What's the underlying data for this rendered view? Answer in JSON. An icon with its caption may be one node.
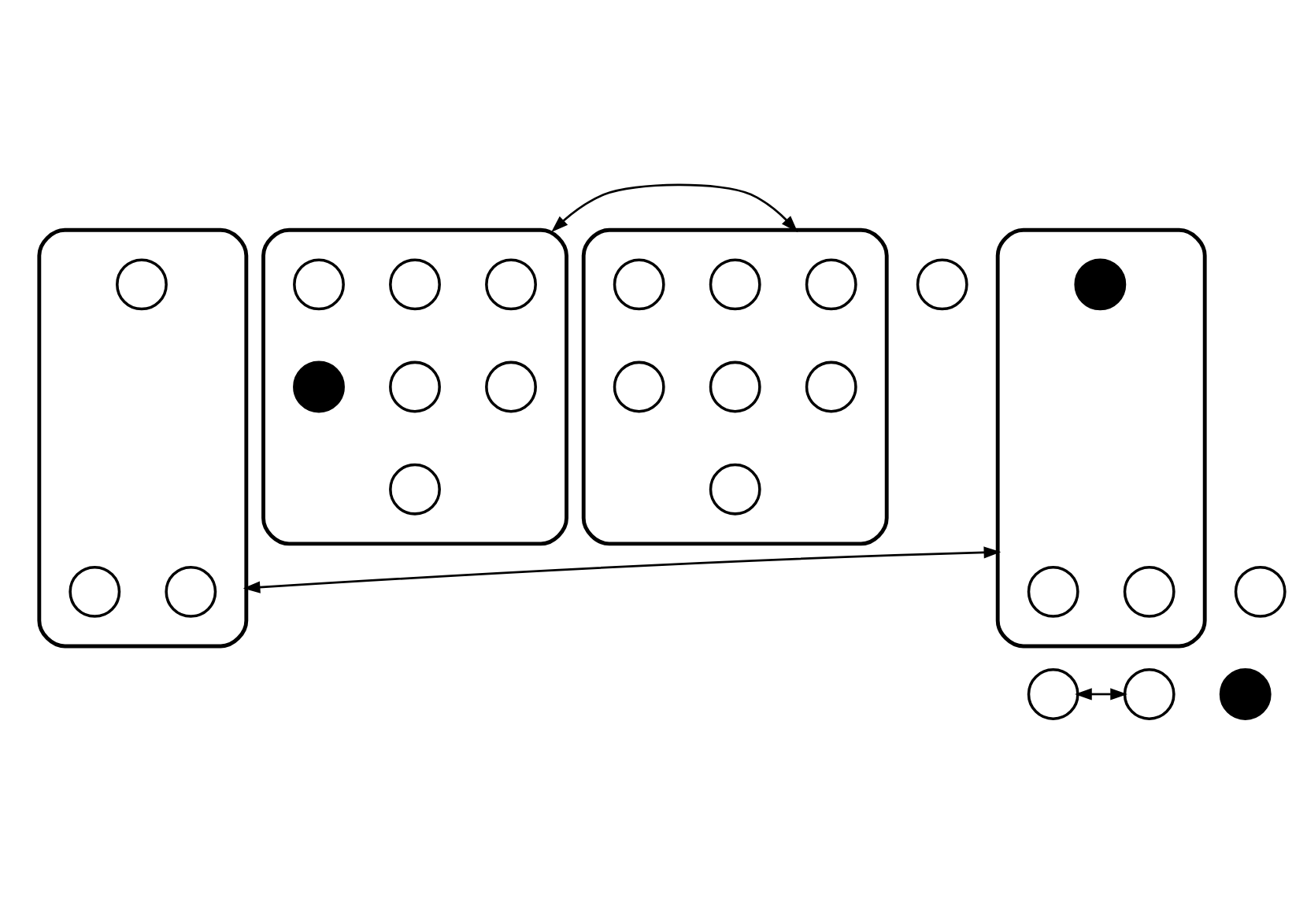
{
  "diagram": {
    "nodes": [
      {
        "text": [],
        "shape": "blob"
      },
      {
        "text": [],
        "shape": "circle",
        "in": 0
      },
      {
        "text": [],
        "shape": "circle",
        "in": 0
      },
      {
        "text": [],
        "shape": "circle",
        "in": 0
      },
      {
        "text": [],
        "shape": "circle",
        "in": 0
      },
      {
        "text": [],
        "shape": "circle",
        "in": 0
      },
      {
        "text": [],
        "shape": "dot",
        "in": 0
      },
      {
        "text": [],
        "shape": "circle",
        "in": 0
      },
      {
        "text": [],
        "shape": "blob"
      },
      {
        "text": [],
        "shape": "circle",
        "in": 8
      },
      {
        "text": [],
        "shape": "circle",
        "in": 8
      },
      {
        "text": [],
        "shape": "circle",
        "in": 8
      },
      {
        "text": [],
        "shape": "circle",
        "in": 8
      },
      {
        "text": [],
        "shape": "circle",
        "in": 8
      },
      {
        "text": [],
        "shape": "circle",
        "in": 8
      },
      {
        "text": [],
        "shape": "circle",
        "in": 8
      },
      {
        "text": [],
        "shape": "circle"
      },
      {
        "text": [],
        "shape": "blob"
      },
      {
        "text": [],
        "shape": "circle",
        "in": 17
      },
      {
        "text": [],
        "shape": "circle",
        "in": 17
      },
      {
        "text": [],
        "shape": "circle",
        "in": 17
      },
      {
        "text": [],
        "shape": "blob"
      },
      {
        "text": [],
        "shape": "circle",
        "in": 21
      },
      {
        "text": [],
        "shape": "dot",
        "in": 21
      },
      {
        "text": [],
        "shape": "circle",
        "in": 21
      },
      {
        "text": [],
        "shape": "circle"
      },
      {
        "text": [],
        "shape": "circle"
      },
      {
        "text": [],
        "shape": "circle"
      },
      {
        "text": [],
        "shape": "dot"
      }
    ],
    "edges": [
      {
        "from": 0,
        "to": 8,
        "arrow": "both"
      },
      {
        "from": 17,
        "to": 21,
        "arrow": "both"
      },
      {
        "from": 26,
        "to": 27,
        "arrow": "both"
      }
    ]
  }
}
